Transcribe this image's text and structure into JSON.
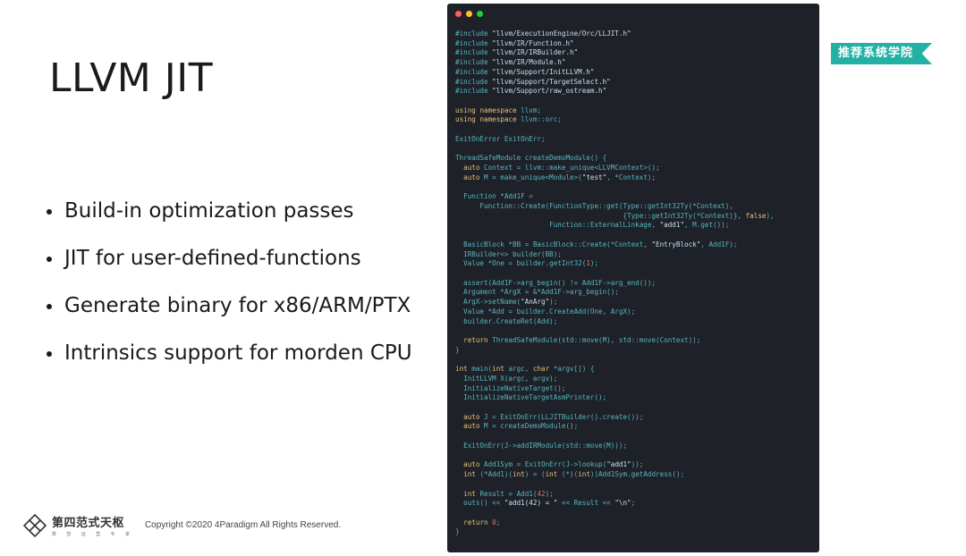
{
  "slide": {
    "title": "LLVM JIT",
    "bullets": [
      "Build-in optimization passes",
      "JIT for user-defined-functions",
      "Generate binary for x86/ARM/PTX",
      "Intrinsics support for morden CPU"
    ]
  },
  "badge": {
    "label": "推荐系统学院"
  },
  "footer": {
    "logo_name": "第四范式天枢",
    "logo_sub": "数 智 运 营 专 家",
    "copyright": "Copyright ©2020 4Paradigm All Rights Reserved."
  },
  "code_lines": [
    "#include \"llvm/ExecutionEngine/Orc/LLJIT.h\"",
    "#include \"llvm/IR/Function.h\"",
    "#include \"llvm/IR/IRBuilder.h\"",
    "#include \"llvm/IR/Module.h\"",
    "#include \"llvm/Support/InitLLVM.h\"",
    "#include \"llvm/Support/TargetSelect.h\"",
    "#include \"llvm/Support/raw_ostream.h\"",
    "",
    "using namespace llvm;",
    "using namespace llvm::orc;",
    "",
    "ExitOnError ExitOnErr;",
    "",
    "ThreadSafeModule createDemoModule() {",
    "  auto Context = llvm::make_unique<LLVMContext>();",
    "  auto M = make_unique<Module>(\"test\", *Context);",
    "",
    "  Function *Add1F =",
    "      Function::Create(FunctionType::get(Type::getInt32Ty(*Context),",
    "                                         {Type::getInt32Ty(*Context)}, false),",
    "                       Function::ExternalLinkage, \"add1\", M.get());",
    "",
    "  BasicBlock *BB = BasicBlock::Create(*Context, \"EntryBlock\", Add1F);",
    "  IRBuilder<> builder(BB);",
    "  Value *One = builder.getInt32(1);",
    "",
    "  assert(Add1F->arg_begin() != Add1F->arg_end());",
    "  Argument *ArgX = &*Add1F->arg_begin();",
    "  ArgX->setName(\"AnArg\");",
    "  Value *Add = builder.CreateAdd(One, ArgX);",
    "  builder.CreateRet(Add);",
    "",
    "  return ThreadSafeModule(std::move(M), std::move(Context));",
    "}",
    "",
    "int main(int argc, char *argv[]) {",
    "  InitLLVM X(argc, argv);",
    "  InitializeNativeTarget();",
    "  InitializeNativeTargetAsmPrinter();",
    "",
    "  auto J = ExitOnErr(LLJITBuilder().create());",
    "  auto M = createDemoModule();",
    "",
    "  ExitOnErr(J->addIRModule(std::move(M)));",
    "",
    "  auto Add1Sym = ExitOnErr(J->lookup(\"add1\"));",
    "  int (*Add1)(int) = (int (*)(int))Add1Sym.getAddress();",
    "",
    "  int Result = Add1(42);",
    "  outs() << \"add1(42) = \" << Result << \"\\n\";",
    "",
    "  return 0;",
    "}"
  ]
}
